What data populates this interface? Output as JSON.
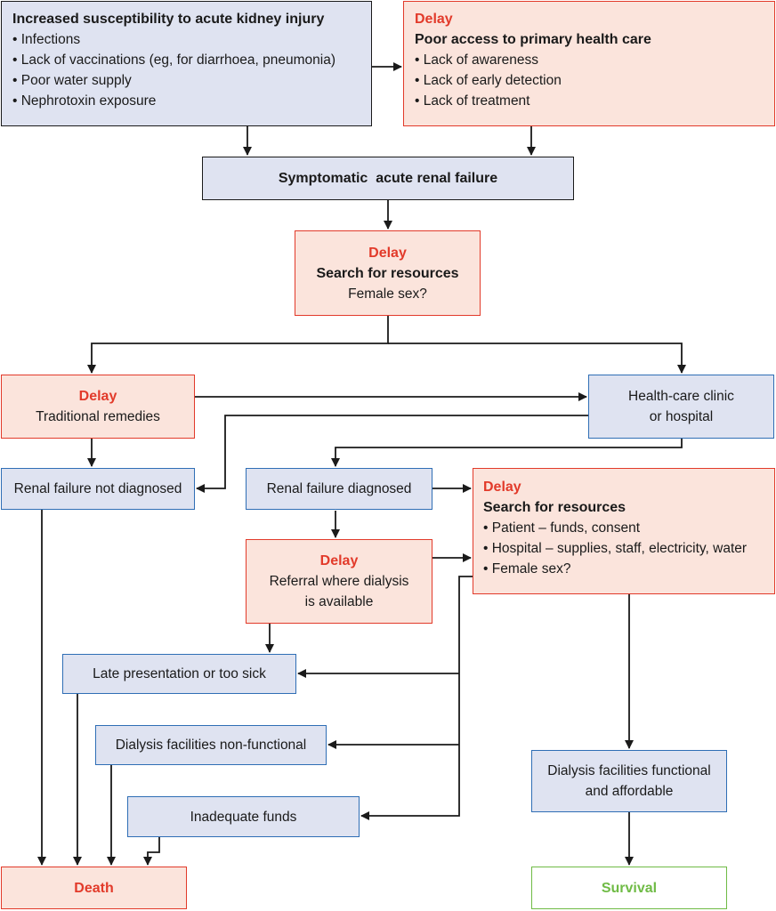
{
  "nodes": {
    "susceptibility": {
      "title": "Increased susceptibility to acute kidney injury",
      "items": [
        "Infections",
        "Lack of vaccinations (eg, for diarrhoea, pneumonia)",
        "Poor water supply",
        "Nephrotoxin exposure"
      ]
    },
    "access": {
      "delay": "Delay",
      "title": "Poor access to primary health care",
      "items": [
        "Lack of awareness",
        "Lack of early detection",
        "Lack of treatment"
      ]
    },
    "symptomatic": {
      "label": "Symptomatic  acute renal failure"
    },
    "search1": {
      "delay": "Delay",
      "title": "Search for resources",
      "sub": "Female sex?"
    },
    "traditional": {
      "delay": "Delay",
      "sub": "Traditional remedies"
    },
    "clinic": {
      "line1": "Health-care clinic",
      "line2": "or hospital"
    },
    "not_diagnosed": {
      "label": "Renal failure not diagnosed"
    },
    "diagnosed": {
      "label": "Renal failure diagnosed"
    },
    "search2": {
      "delay": "Delay",
      "title": "Search for resources",
      "items": [
        "Patient – funds, consent",
        "Hospital – supplies, staff, electricity, water",
        "Female sex?"
      ]
    },
    "referral": {
      "delay": "Delay",
      "line1": "Referral where dialysis",
      "line2": "is available"
    },
    "late": {
      "label": "Late presentation or too sick"
    },
    "nonfunctional": {
      "label": "Dialysis facilities non-functional"
    },
    "funds": {
      "label": "Inadequate funds"
    },
    "functional": {
      "line1": "Dialysis facilities functional",
      "line2": "and affordable"
    },
    "death": {
      "label": "Death"
    },
    "survival": {
      "label": "Survival"
    }
  },
  "colors": {
    "delay_red": "#e23a2a",
    "blue_border": "#2f6eb5",
    "blue_fill": "#dfe3f1",
    "red_fill": "#fbe4dc",
    "survival_green": "#6fbb45"
  }
}
